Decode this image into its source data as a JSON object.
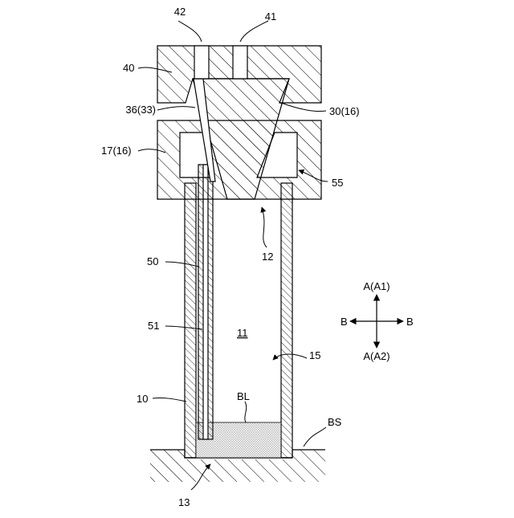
{
  "labels": {
    "l42": "42",
    "l41": "41",
    "l40": "40",
    "l36": "36(33)",
    "l30": "30(16)",
    "l17": "17(16)",
    "l55": "55",
    "l12": "12",
    "l50": "50",
    "l11": "11",
    "l51": "51",
    "l15": "15",
    "l10": "10",
    "lBL": "BL",
    "lBS": "BS",
    "l13": "13"
  },
  "direction_indicator": {
    "a1": "A(A1)",
    "a2": "A(A2)",
    "b_left": "B",
    "b_right": "B"
  }
}
